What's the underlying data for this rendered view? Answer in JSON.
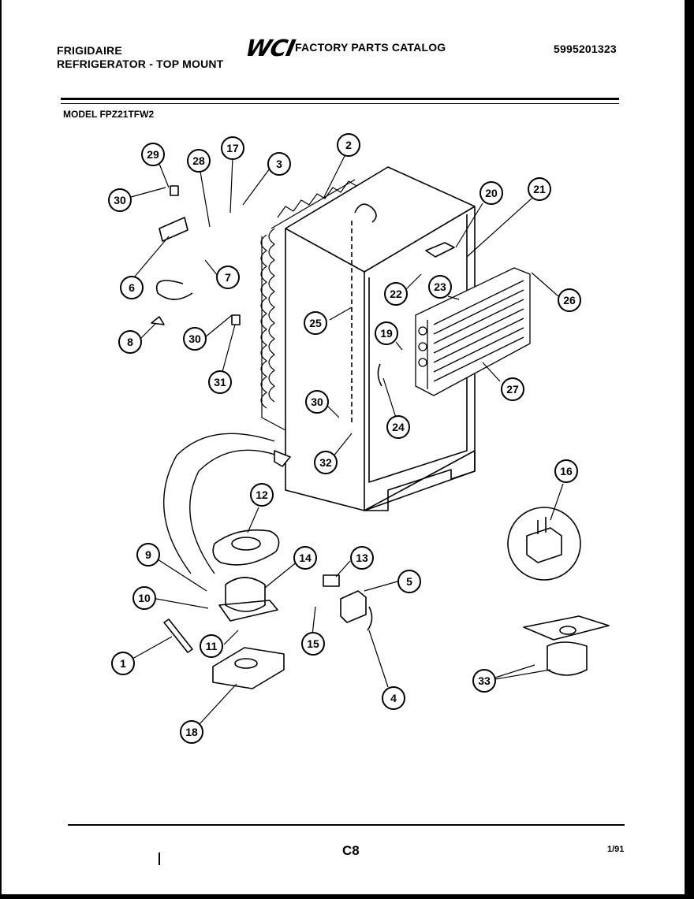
{
  "header": {
    "brand": "FRIGIDAIRE",
    "product": "REFRIGERATOR - TOP MOUNT",
    "logo_text": "WCI",
    "catalog_title": "FACTORY PARTS CATALOG",
    "catalog_number": "5995201323",
    "model": "MODEL FPZ21TFW2"
  },
  "footer": {
    "page_code": "C8",
    "date_code": "1/91"
  },
  "callouts": [
    "29",
    "28",
    "17",
    "3",
    "2",
    "30",
    "6",
    "7",
    "8",
    "30",
    "31",
    "20",
    "21",
    "22",
    "23",
    "26",
    "25",
    "19",
    "27",
    "30",
    "24",
    "32",
    "16",
    "12",
    "9",
    "14",
    "13",
    "5",
    "10",
    "11",
    "15",
    "1",
    "4",
    "33",
    "18"
  ]
}
